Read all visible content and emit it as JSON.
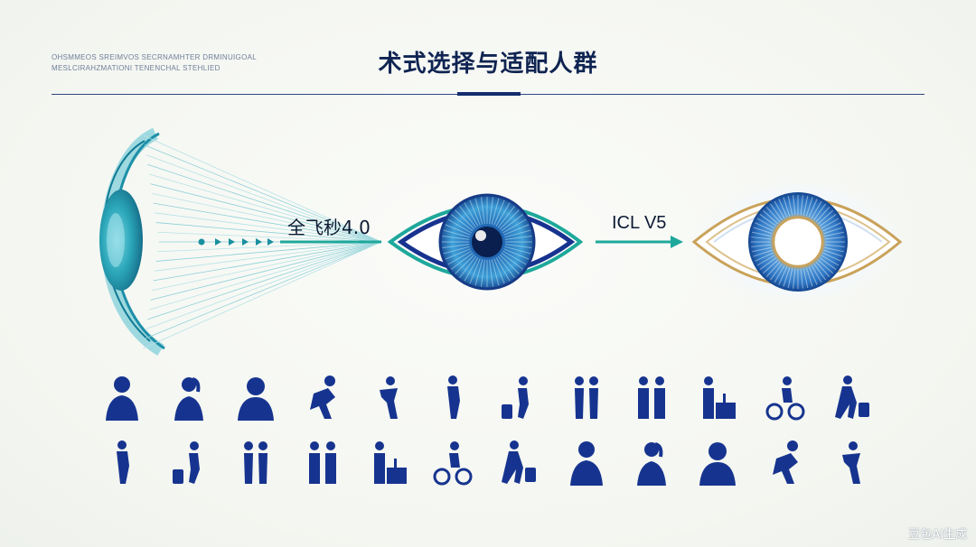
{
  "header": {
    "title": "术式选择与适配人群",
    "corner_line_1": "OHSMMEOS SREIMVOS SECRNAMHTER DRMINUIGOAL",
    "corner_line_2": "MESLCIRAHZMATIONI TENENCHAL STEHLIED"
  },
  "procedures": {
    "left_label": "全飞秒4.0",
    "right_label": "ICL V5"
  },
  "colors": {
    "navy": "#16348f",
    "teal": "#1ea89b",
    "gold": "#c9a25a",
    "iris_blue": "#2f7fc7"
  },
  "people_row_1": [
    "woman-portrait-icon",
    "woman-ponytail-icon",
    "man-portrait-icon",
    "sprinter-icon",
    "runner-icon",
    "jogger-icon",
    "traveler-luggage-icon",
    "couple-icon",
    "couple-standing-icon",
    "worker-desk-icon",
    "cyclist-icon",
    "walker-suitcase-icon"
  ],
  "people_row_2": [
    "person-reading-icon",
    "elderly-couple-icon",
    "elder-cane-icon",
    "traveler-bag-icon",
    "athlete-icon",
    "woman-standing-icon",
    "family-icon",
    "pair-walking-icon",
    "adult-child-icon",
    "walker-cart-icon",
    "person-box-icon",
    "dancer-icon"
  ],
  "watermark": "豆包AI生成"
}
